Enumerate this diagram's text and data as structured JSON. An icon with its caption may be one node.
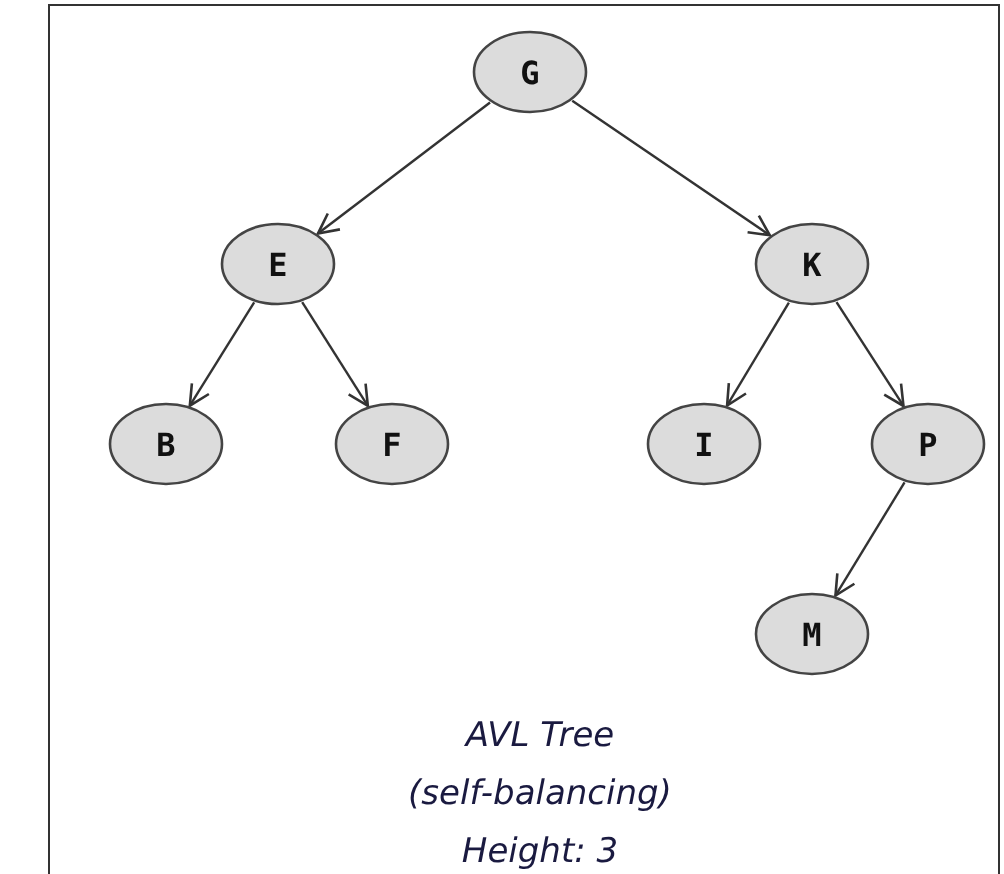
{
  "diagram": {
    "nodes": [
      {
        "text": [
          "G"
        ]
      },
      {
        "text": [
          "E"
        ]
      },
      {
        "text": [
          "K"
        ]
      },
      {
        "text": [
          "B"
        ]
      },
      {
        "text": [
          "F"
        ]
      },
      {
        "text": [
          "I"
        ]
      },
      {
        "text": [
          "P"
        ]
      },
      {
        "text": [
          "M"
        ]
      }
    ],
    "edges": [
      {
        "from": 0,
        "to": 1,
        "arrow": "to"
      },
      {
        "from": 0,
        "to": 2,
        "arrow": "to"
      },
      {
        "from": 1,
        "to": 3,
        "arrow": "to"
      },
      {
        "from": 1,
        "to": 4,
        "arrow": "to"
      },
      {
        "from": 2,
        "to": 5,
        "arrow": "to"
      },
      {
        "from": 2,
        "to": 6,
        "arrow": "to"
      },
      {
        "from": 6,
        "to": 7,
        "arrow": "to"
      }
    ],
    "labels": [
      "AVL Tree",
      "(self-balancing)",
      "Height: 3"
    ]
  }
}
